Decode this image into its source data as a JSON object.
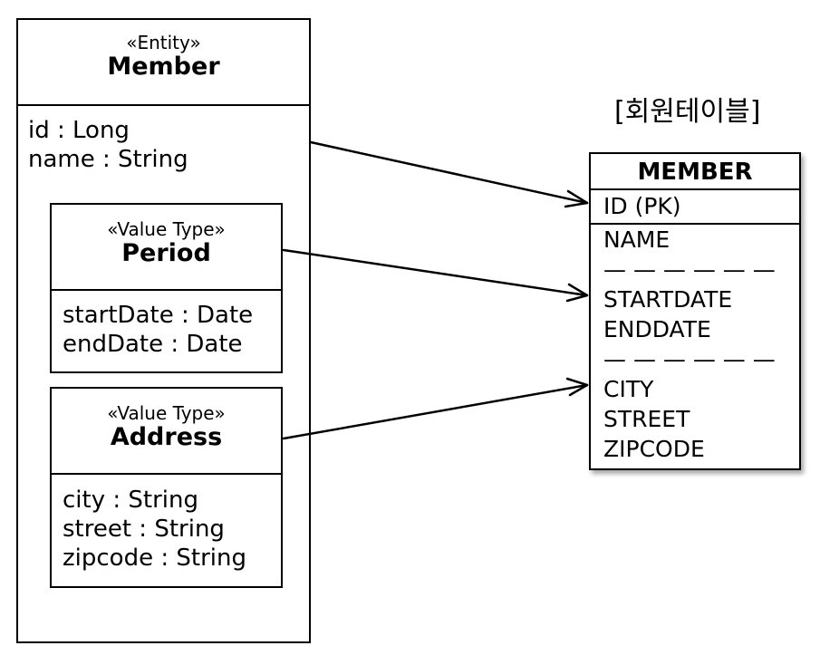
{
  "entity": {
    "stereotype": "«Entity»",
    "name": "Member",
    "attributes": [
      "id : Long",
      "name : String"
    ]
  },
  "value_types": [
    {
      "stereotype": "«Value Type»",
      "name": "Period",
      "attributes": [
        "startDate : Date",
        "endDate : Date"
      ]
    },
    {
      "stereotype": "«Value Type»",
      "name": "Address",
      "attributes": [
        "city : String",
        "street : String",
        "zipcode : String"
      ]
    }
  ],
  "table": {
    "caption": "[회원테이블]",
    "name": "MEMBER",
    "primary_key": "ID (PK)",
    "columns": [
      "NAME",
      "— — — — — —",
      "STARTDATE",
      "ENDDATE",
      "— — — — — —",
      "CITY",
      "STREET",
      "ZIPCODE"
    ]
  },
  "mappings": [
    {
      "from": "Member",
      "to": "ID (PK)"
    },
    {
      "from": "Period",
      "to": "STARTDATE"
    },
    {
      "from": "Address",
      "to": "CITY"
    }
  ]
}
